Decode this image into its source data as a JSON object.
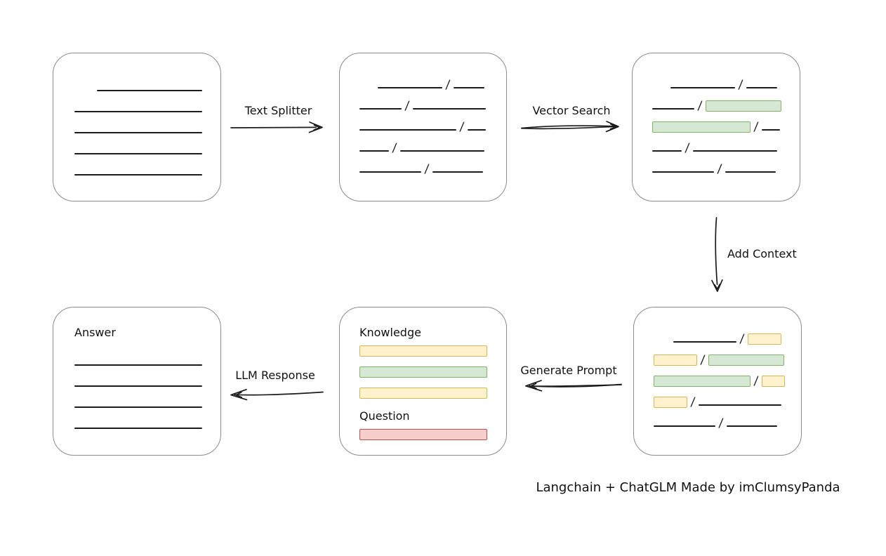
{
  "footer": {
    "credit": "Langchain + ChatGLM Made by imClumsyPanda"
  },
  "arrows": {
    "text_splitter": {
      "label": "Text Splitter",
      "direction": "right"
    },
    "vector_search": {
      "label": "Vector Search",
      "direction": "right"
    },
    "add_context": {
      "label": "Add Context",
      "direction": "down"
    },
    "generate_prompt": {
      "label": "Generate Prompt",
      "direction": "left"
    },
    "llm_response": {
      "label": "LLM Response",
      "direction": "left"
    }
  },
  "colors": {
    "stroke": "#1b1b1b",
    "box_border": "#8c8c8c",
    "green_fill": "#d5e8d4",
    "green_border": "#82b366",
    "yellow_fill": "#fff2cc",
    "yellow_border": "#d6b656",
    "red_fill": "#f8cecc",
    "red_border": "#b85450"
  },
  "boxes": {
    "document": {
      "rows": [
        [
          {
            "t": "gap",
            "w": 32
          },
          {
            "t": "line",
            "w": 150
          }
        ],
        [
          {
            "t": "line",
            "w": 182
          }
        ],
        [
          {
            "t": "line",
            "w": 182
          }
        ],
        [
          {
            "t": "line",
            "w": 182
          }
        ],
        [
          {
            "t": "line",
            "w": 182
          }
        ]
      ]
    },
    "chunks": {
      "rows": [
        [
          {
            "t": "gap",
            "w": 26
          },
          {
            "t": "line",
            "w": 92
          },
          {
            "t": "slash"
          },
          {
            "t": "line",
            "w": 44
          }
        ],
        [
          {
            "t": "line",
            "w": 60
          },
          {
            "t": "slash"
          },
          {
            "t": "line",
            "w": 104
          }
        ],
        [
          {
            "t": "line",
            "w": 138
          },
          {
            "t": "slash"
          },
          {
            "t": "line",
            "w": 26
          }
        ],
        [
          {
            "t": "line",
            "w": 42
          },
          {
            "t": "slash"
          },
          {
            "t": "line",
            "w": 120
          }
        ],
        [
          {
            "t": "line",
            "w": 88
          },
          {
            "t": "slash"
          },
          {
            "t": "line",
            "w": 72
          }
        ]
      ]
    },
    "matched_chunks": {
      "rows": [
        [
          {
            "t": "gap",
            "w": 26
          },
          {
            "t": "line",
            "w": 92
          },
          {
            "t": "slash"
          },
          {
            "t": "line",
            "w": 44
          }
        ],
        [
          {
            "t": "line",
            "w": 60
          },
          {
            "t": "slash"
          },
          {
            "t": "chip",
            "c": "green",
            "w": 106
          }
        ],
        [
          {
            "t": "chip",
            "c": "green",
            "w": 138
          },
          {
            "t": "slash"
          },
          {
            "t": "line",
            "w": 26
          }
        ],
        [
          {
            "t": "line",
            "w": 42
          },
          {
            "t": "slash"
          },
          {
            "t": "line",
            "w": 120
          }
        ],
        [
          {
            "t": "line",
            "w": 88
          },
          {
            "t": "slash"
          },
          {
            "t": "line",
            "w": 72
          }
        ]
      ]
    },
    "context_chunks": {
      "rows": [
        [
          {
            "t": "gap",
            "w": 28
          },
          {
            "t": "line",
            "w": 90
          },
          {
            "t": "slash"
          },
          {
            "t": "chip",
            "c": "yellow",
            "w": 46
          }
        ],
        [
          {
            "t": "chip",
            "c": "yellow",
            "w": 60
          },
          {
            "t": "slash"
          },
          {
            "t": "chip",
            "c": "green",
            "w": 106
          }
        ],
        [
          {
            "t": "chip",
            "c": "green",
            "w": 136
          },
          {
            "t": "slash"
          },
          {
            "t": "chip",
            "c": "yellow",
            "w": 31
          }
        ],
        [
          {
            "t": "chip",
            "c": "yellow",
            "w": 46
          },
          {
            "t": "slash"
          },
          {
            "t": "line",
            "w": 118
          }
        ],
        [
          {
            "t": "line",
            "w": 88
          },
          {
            "t": "slash"
          },
          {
            "t": "line",
            "w": 72
          }
        ]
      ]
    },
    "prompt": {
      "knowledge_label": "Knowledge",
      "question_label": "Question",
      "knowledge_rows": [
        [
          {
            "t": "bar",
            "c": "yellow",
            "w": 180
          }
        ],
        [
          {
            "t": "bar",
            "c": "green",
            "w": 180
          }
        ],
        [
          {
            "t": "bar",
            "c": "yellow",
            "w": 180
          }
        ]
      ],
      "question_rows": [
        [
          {
            "t": "bar",
            "c": "red",
            "w": 180
          }
        ]
      ]
    },
    "answer": {
      "label": "Answer",
      "rows": [
        [
          {
            "t": "line",
            "w": 182
          }
        ],
        [
          {
            "t": "line",
            "w": 182
          }
        ],
        [
          {
            "t": "line",
            "w": 182
          }
        ],
        [
          {
            "t": "line",
            "w": 182
          }
        ]
      ]
    }
  }
}
